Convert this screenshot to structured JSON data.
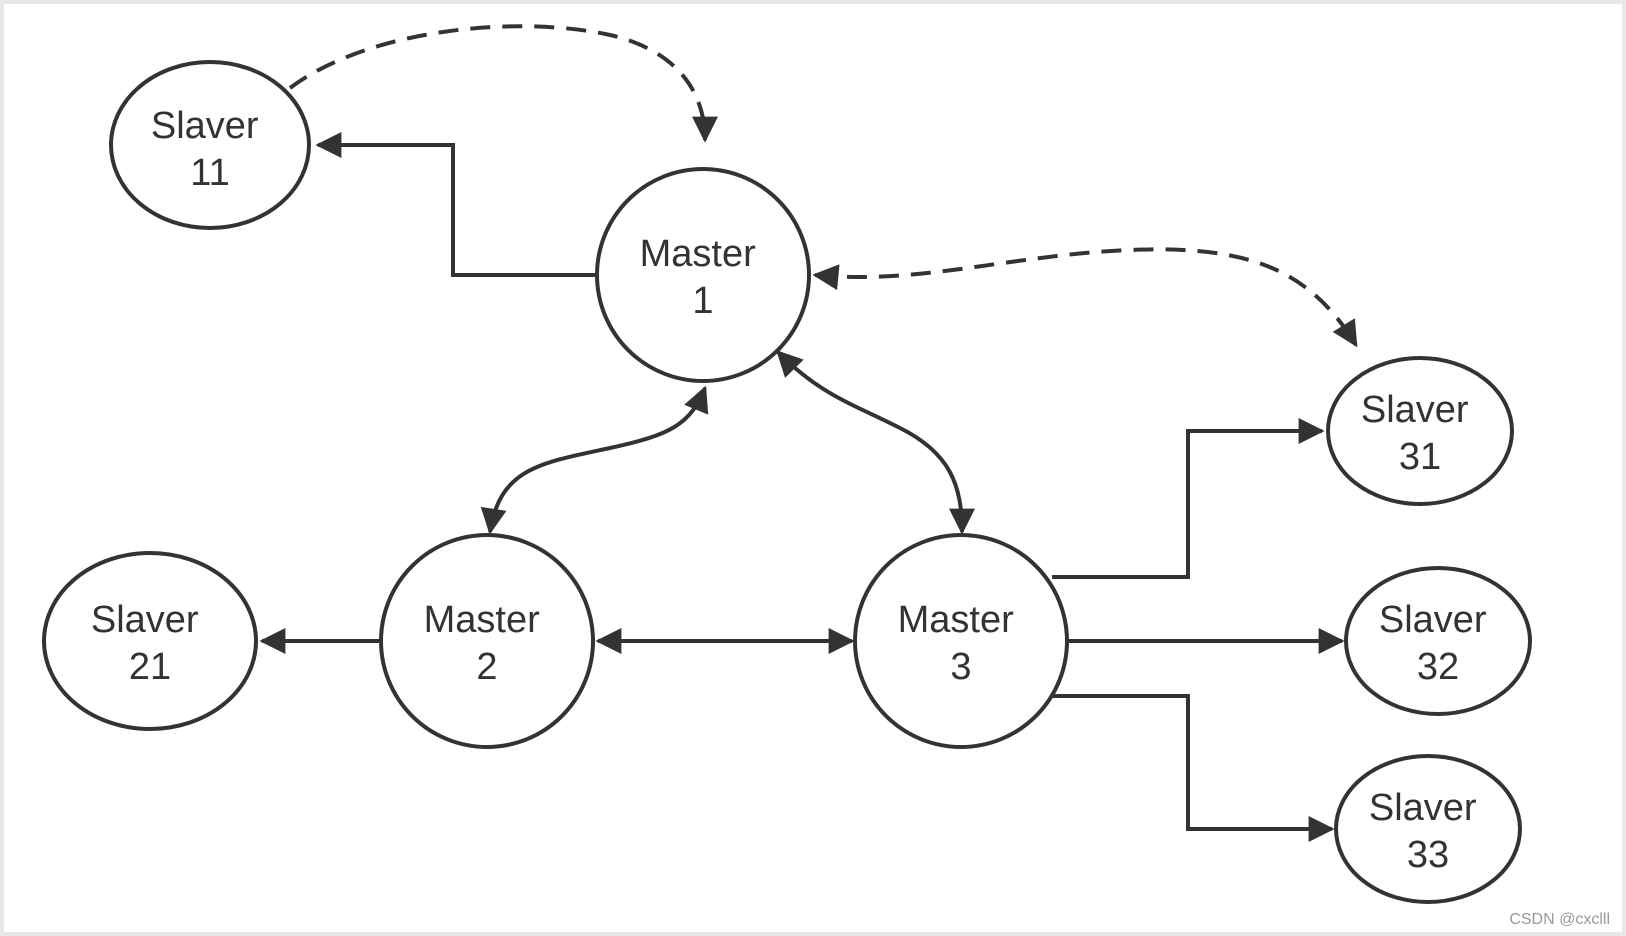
{
  "nodes": [
    {
      "id": "slaver11",
      "line1": "Slaver",
      "line2": "11"
    },
    {
      "id": "master1",
      "line1": "Master",
      "line2": "1"
    },
    {
      "id": "slaver31",
      "line1": "Slaver",
      "line2": "31"
    },
    {
      "id": "slaver21",
      "line1": "Slaver",
      "line2": "21"
    },
    {
      "id": "master2",
      "line1": "Master",
      "line2": "2"
    },
    {
      "id": "master3",
      "line1": "Master",
      "line2": "3"
    },
    {
      "id": "slaver32",
      "line1": "Slaver",
      "line2": "32"
    },
    {
      "id": "slaver33",
      "line1": "Slaver",
      "line2": "33"
    }
  ],
  "watermark": "CSDN @cxclll",
  "colors": {
    "stroke": "#333333",
    "background": "#ffffff",
    "frame": "#e8e8e8"
  }
}
